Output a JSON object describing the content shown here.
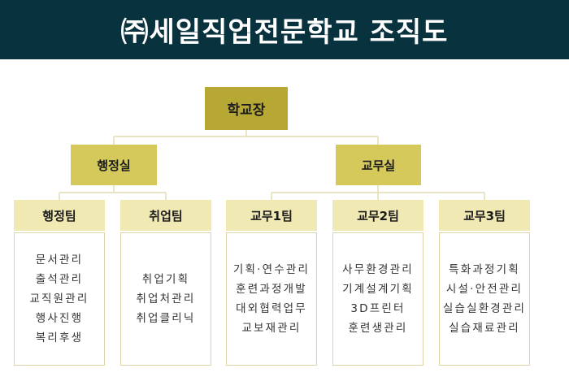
{
  "header": {
    "title": "㈜세일직업전문학교 조직도"
  },
  "org": {
    "top": {
      "label": "학교장"
    },
    "offices": [
      {
        "label": "행정실"
      },
      {
        "label": "교무실"
      }
    ],
    "teams": [
      {
        "label": "행정팀",
        "items": [
          "문서관리",
          "출석관리",
          "교직원관리",
          "행사진행",
          "복리후생"
        ]
      },
      {
        "label": "취업팀",
        "items": [
          "취업기획",
          "취업처관리",
          "취업클리닉"
        ]
      },
      {
        "label": "교무1팀",
        "items": [
          "기획·연수관리",
          "훈련과정개발",
          "대외협력업무",
          "교보재관리"
        ]
      },
      {
        "label": "교무2팀",
        "items": [
          "사무환경관리",
          "기계설계기획",
          "3D프린터",
          "훈련생관리"
        ]
      },
      {
        "label": "교무3팀",
        "items": [
          "특화과정기획",
          "시설·안전관리",
          "실습실환경관리",
          "실습재료관리"
        ]
      }
    ]
  },
  "colors": {
    "header_bg": "#08323d",
    "level1": "#b7a835",
    "level2": "#d5c95c",
    "level3": "#f0e9b4",
    "connector": "#e2dcb0"
  }
}
